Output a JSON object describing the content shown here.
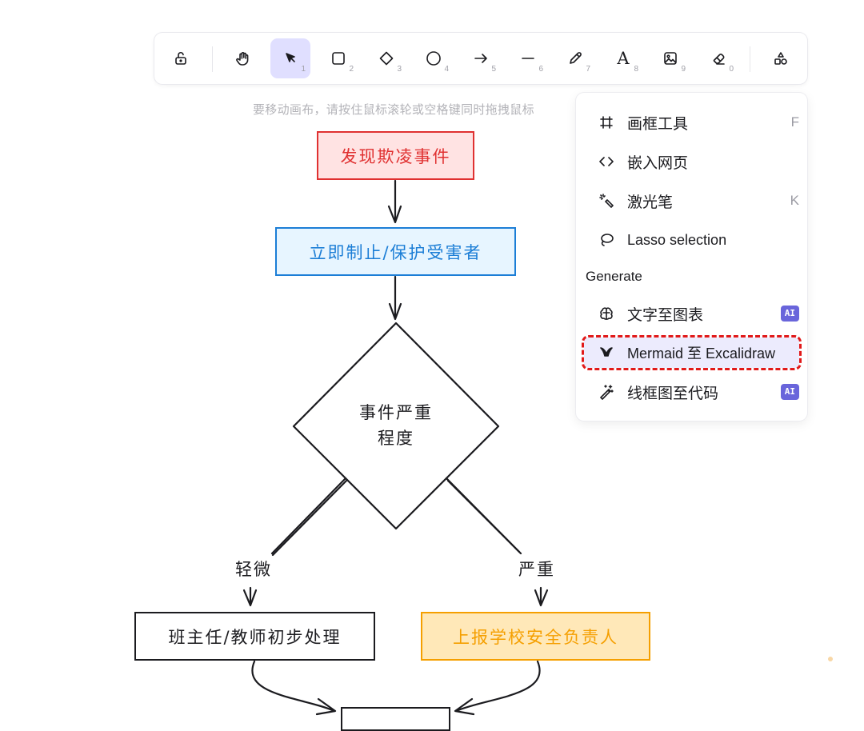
{
  "toolbar": {
    "tools": [
      {
        "name": "lock",
        "num": ""
      },
      {
        "name": "hand",
        "num": ""
      },
      {
        "name": "selection",
        "num": "1"
      },
      {
        "name": "rectangle",
        "num": "2"
      },
      {
        "name": "diamond",
        "num": "3"
      },
      {
        "name": "ellipse",
        "num": "4"
      },
      {
        "name": "arrow",
        "num": "5"
      },
      {
        "name": "line",
        "num": "6"
      },
      {
        "name": "pencil",
        "num": "7"
      },
      {
        "name": "text",
        "num": "8",
        "glyph": "A"
      },
      {
        "name": "image",
        "num": "9"
      },
      {
        "name": "eraser",
        "num": "0"
      },
      {
        "name": "more-tools",
        "num": ""
      }
    ],
    "active_tool": "selection"
  },
  "hint": "要移动画布，请按住鼠标滚轮或空格键同时拖拽鼠标",
  "menu": {
    "items": [
      {
        "label": "画框工具",
        "shortcut": "F",
        "icon": "frame-icon"
      },
      {
        "label": "嵌入网页",
        "shortcut": "",
        "icon": "embed-icon"
      },
      {
        "label": "激光笔",
        "shortcut": "K",
        "icon": "laser-pointer-icon"
      },
      {
        "label": "Lasso selection",
        "shortcut": "",
        "icon": "lasso-icon"
      }
    ],
    "generate_heading": "Generate",
    "generate_items": [
      {
        "label": "文字至图表",
        "badge": "AI",
        "icon": "brain-icon"
      },
      {
        "label": "Mermaid 至 Excalidraw",
        "badge": "",
        "icon": "mermaid-icon"
      },
      {
        "label": "线框图至代码",
        "badge": "AI",
        "icon": "magic-wand-icon"
      }
    ]
  },
  "flowchart": {
    "start": "发现欺凌事件",
    "step1": "立即制止/保护受害者",
    "decision_line1": "事件严重",
    "decision_line2": "程度",
    "label_minor": "轻微",
    "label_severe": "严重",
    "minor_action": "班主任/教师初步处理",
    "severe_action": "上报学校安全负责人"
  },
  "colors": {
    "accent": "#6965db",
    "active_tool_bg": "#e0dfff",
    "red": "#e03131",
    "blue": "#1c7ed6",
    "orange": "#f59f00",
    "highlight_outline": "#e11919"
  }
}
